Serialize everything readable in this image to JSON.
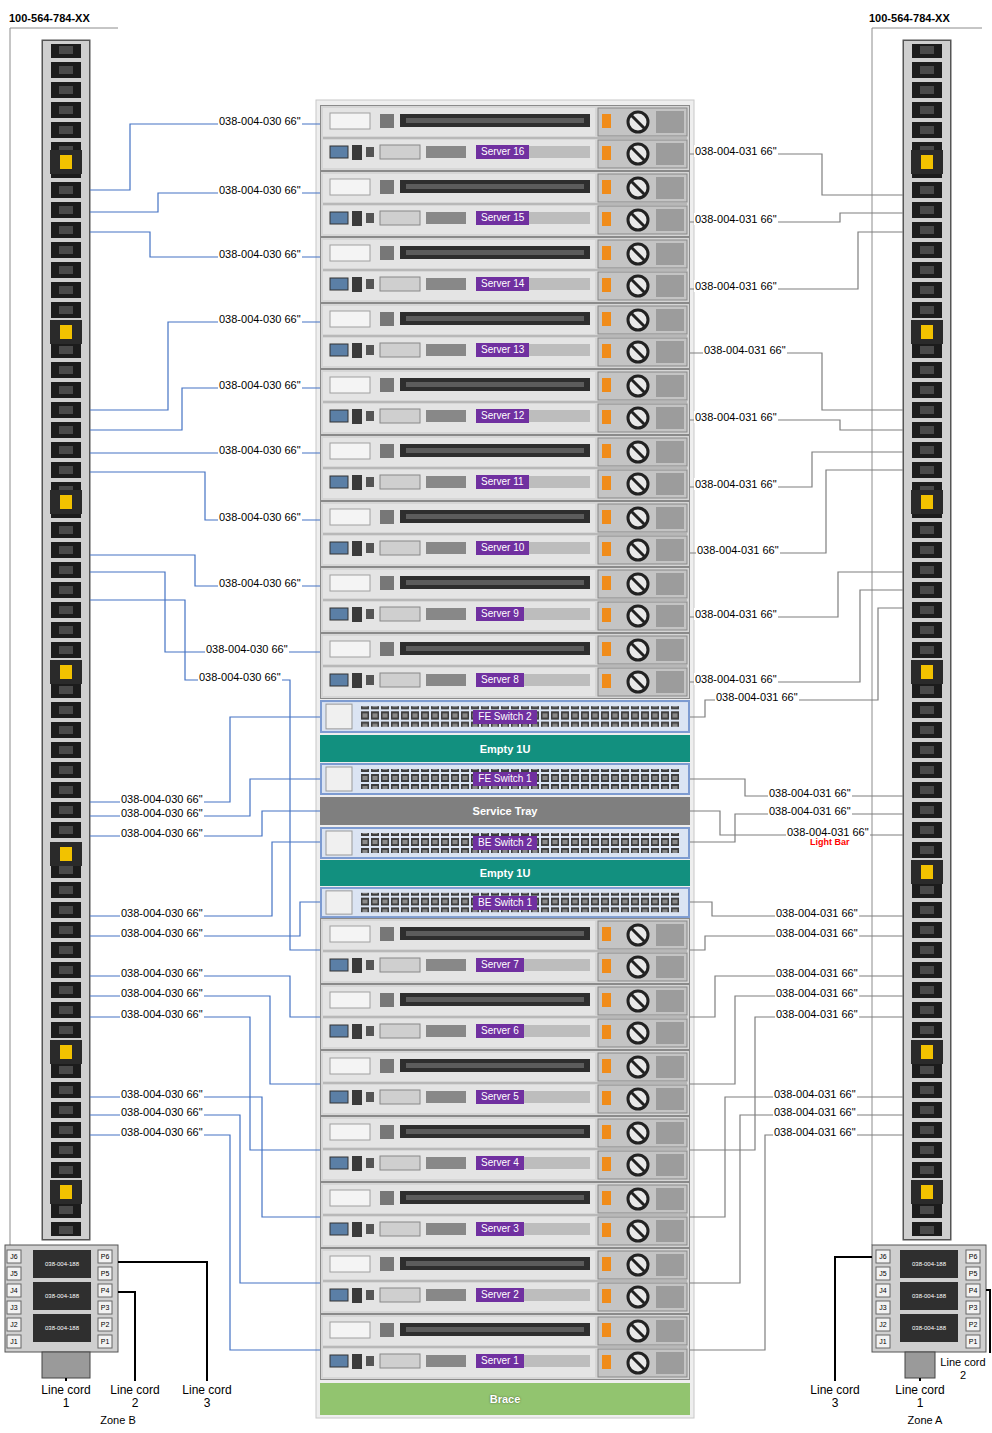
{
  "diagram": {
    "nodes": [
      {
        "text": [
          "100-564-784-XX"
        ]
      },
      {
        "text": [
          "100-564-784-XX"
        ]
      },
      {
        "text": [
          "Server 16"
        ]
      },
      {
        "text": [
          "Server 15"
        ]
      },
      {
        "text": [
          "Server 14"
        ]
      },
      {
        "text": [
          "Server 13"
        ]
      },
      {
        "text": [
          "Server 12"
        ]
      },
      {
        "text": [
          "Server 11"
        ]
      },
      {
        "text": [
          "Server 10"
        ]
      },
      {
        "text": [
          "Server 9"
        ]
      },
      {
        "text": [
          "Server 8"
        ]
      },
      {
        "text": [
          "FE Switch 2"
        ]
      },
      {
        "text": [
          "Empty 1U"
        ]
      },
      {
        "text": [
          "FE Switch 1"
        ]
      },
      {
        "text": [
          "Service Tray"
        ]
      },
      {
        "text": [
          "BE Switch 2"
        ]
      },
      {
        "text": [
          "Empty 1U"
        ]
      },
      {
        "text": [
          "BE Switch 1"
        ]
      },
      {
        "text": [
          "Server 7"
        ]
      },
      {
        "text": [
          "Server 6"
        ]
      },
      {
        "text": [
          "Server 5"
        ]
      },
      {
        "text": [
          "Server 4"
        ]
      },
      {
        "text": [
          "Server 3"
        ]
      },
      {
        "text": [
          "Server 2"
        ]
      },
      {
        "text": [
          "Server 1"
        ]
      },
      {
        "text": [
          "Brace"
        ]
      }
    ],
    "edges": [
      {
        "from": 0,
        "to": 2,
        "arrow": "none",
        "label": "038-004-030 66\""
      },
      {
        "from": 0,
        "to": 3,
        "arrow": "none",
        "label": "038-004-030 66\""
      },
      {
        "from": 0,
        "to": 4,
        "arrow": "none",
        "label": "038-004-030 66\""
      },
      {
        "from": 0,
        "to": 5,
        "arrow": "none",
        "label": "038-004-030 66\""
      },
      {
        "from": 0,
        "to": 6,
        "arrow": "none",
        "label": "038-004-030 66\""
      },
      {
        "from": 0,
        "to": 7,
        "arrow": "none",
        "label": "038-004-030 66\""
      },
      {
        "from": 0,
        "to": 8,
        "arrow": "none",
        "label": "038-004-030 66\""
      },
      {
        "from": 0,
        "to": 9,
        "arrow": "none",
        "label": "038-004-030 66\""
      },
      {
        "from": 0,
        "to": 10,
        "arrow": "none",
        "label": "038-004-030 66\""
      },
      {
        "from": 0,
        "to": 18,
        "arrow": "none",
        "label": "038-004-030 66\""
      },
      {
        "from": 0,
        "to": 11,
        "arrow": "none",
        "label": "038-004-030 66\""
      },
      {
        "from": 0,
        "to": 13,
        "arrow": "none",
        "label": "038-004-030 66\""
      },
      {
        "from": 0,
        "to": 14,
        "arrow": "none",
        "label": "038-004-030 66\""
      },
      {
        "from": 0,
        "to": 15,
        "arrow": "none",
        "label": "038-004-030 66\""
      },
      {
        "from": 0,
        "to": 17,
        "arrow": "none",
        "label": "038-004-030 66\""
      },
      {
        "from": 0,
        "to": 19,
        "arrow": "none",
        "label": "038-004-030 66\""
      },
      {
        "from": 0,
        "to": 20,
        "arrow": "none",
        "label": "038-004-030 66\""
      },
      {
        "from": 0,
        "to": 21,
        "arrow": "none",
        "label": "038-004-030 66\""
      },
      {
        "from": 0,
        "to": 22,
        "arrow": "none",
        "label": "038-004-030 66\""
      },
      {
        "from": 0,
        "to": 23,
        "arrow": "none",
        "label": "038-004-030 66\""
      },
      {
        "from": 0,
        "to": 24,
        "arrow": "none",
        "label": "038-004-030 66\""
      },
      {
        "from": 1,
        "to": 2,
        "arrow": "none",
        "label": "038-004-031 66\""
      },
      {
        "from": 1,
        "to": 3,
        "arrow": "none",
        "label": "038-004-031 66\""
      },
      {
        "from": 1,
        "to": 4,
        "arrow": "none",
        "label": "038-004-031 66\""
      },
      {
        "from": 1,
        "to": 5,
        "arrow": "none",
        "label": "038-004-031 66\""
      },
      {
        "from": 1,
        "to": 6,
        "arrow": "none",
        "label": "038-004-031 66\""
      },
      {
        "from": 1,
        "to": 7,
        "arrow": "none",
        "label": "038-004-031 66\""
      },
      {
        "from": 1,
        "to": 8,
        "arrow": "none",
        "label": "038-004-031 66\""
      },
      {
        "from": 1,
        "to": 9,
        "arrow": "none",
        "label": "038-004-031 66\""
      },
      {
        "from": 1,
        "to": 10,
        "arrow": "none",
        "label": "038-004-031 66\""
      },
      {
        "from": 1,
        "to": 11,
        "arrow": "none",
        "label": "038-004-031 66\""
      },
      {
        "from": 1,
        "to": 13,
        "arrow": "none",
        "label": "038-004-031 66\""
      },
      {
        "from": 1,
        "to": 15,
        "arrow": "none",
        "label": "038-004-031 66\""
      },
      {
        "from": 1,
        "to": 14,
        "arrow": "none",
        "label": "038-004-031 66\""
      },
      {
        "from": 1,
        "to": 17,
        "arrow": "none",
        "label": "038-004-031 66\""
      },
      {
        "from": 1,
        "to": 18,
        "arrow": "none",
        "label": "038-004-031 66\""
      },
      {
        "from": 1,
        "to": 19,
        "arrow": "none",
        "label": "038-004-031 66\""
      },
      {
        "from": 1,
        "to": 20,
        "arrow": "none",
        "label": "038-004-031 66\""
      },
      {
        "from": 1,
        "to": 21,
        "arrow": "none",
        "label": "038-004-031 66\""
      },
      {
        "from": 1,
        "to": 22,
        "arrow": "none",
        "label": "038-004-031 66\""
      },
      {
        "from": 1,
        "to": 23,
        "arrow": "none",
        "label": "038-004-031 66\""
      },
      {
        "from": 1,
        "to": 24,
        "arrow": "none",
        "label": "038-004-031 66\""
      }
    ],
    "labels": [
      "Light Bar",
      "J6",
      "J5",
      "J4",
      "J3",
      "J2",
      "J1",
      "038-004-188",
      "038-004-188",
      "038-004-188",
      "P6",
      "P5",
      "P4",
      "P3",
      "P2",
      "P1",
      "Line cord 1",
      "Line cord 2",
      "Line cord 3",
      "Zone B",
      "J6",
      "J5",
      "J4",
      "J3",
      "J2",
      "J1",
      "038-004-188",
      "038-004-188",
      "038-004-188",
      "P6",
      "P5",
      "P4",
      "P3",
      "P2",
      "P1",
      "Line cord 3",
      "Line cord 1",
      "Line cord 2",
      "Zone A"
    ]
  }
}
